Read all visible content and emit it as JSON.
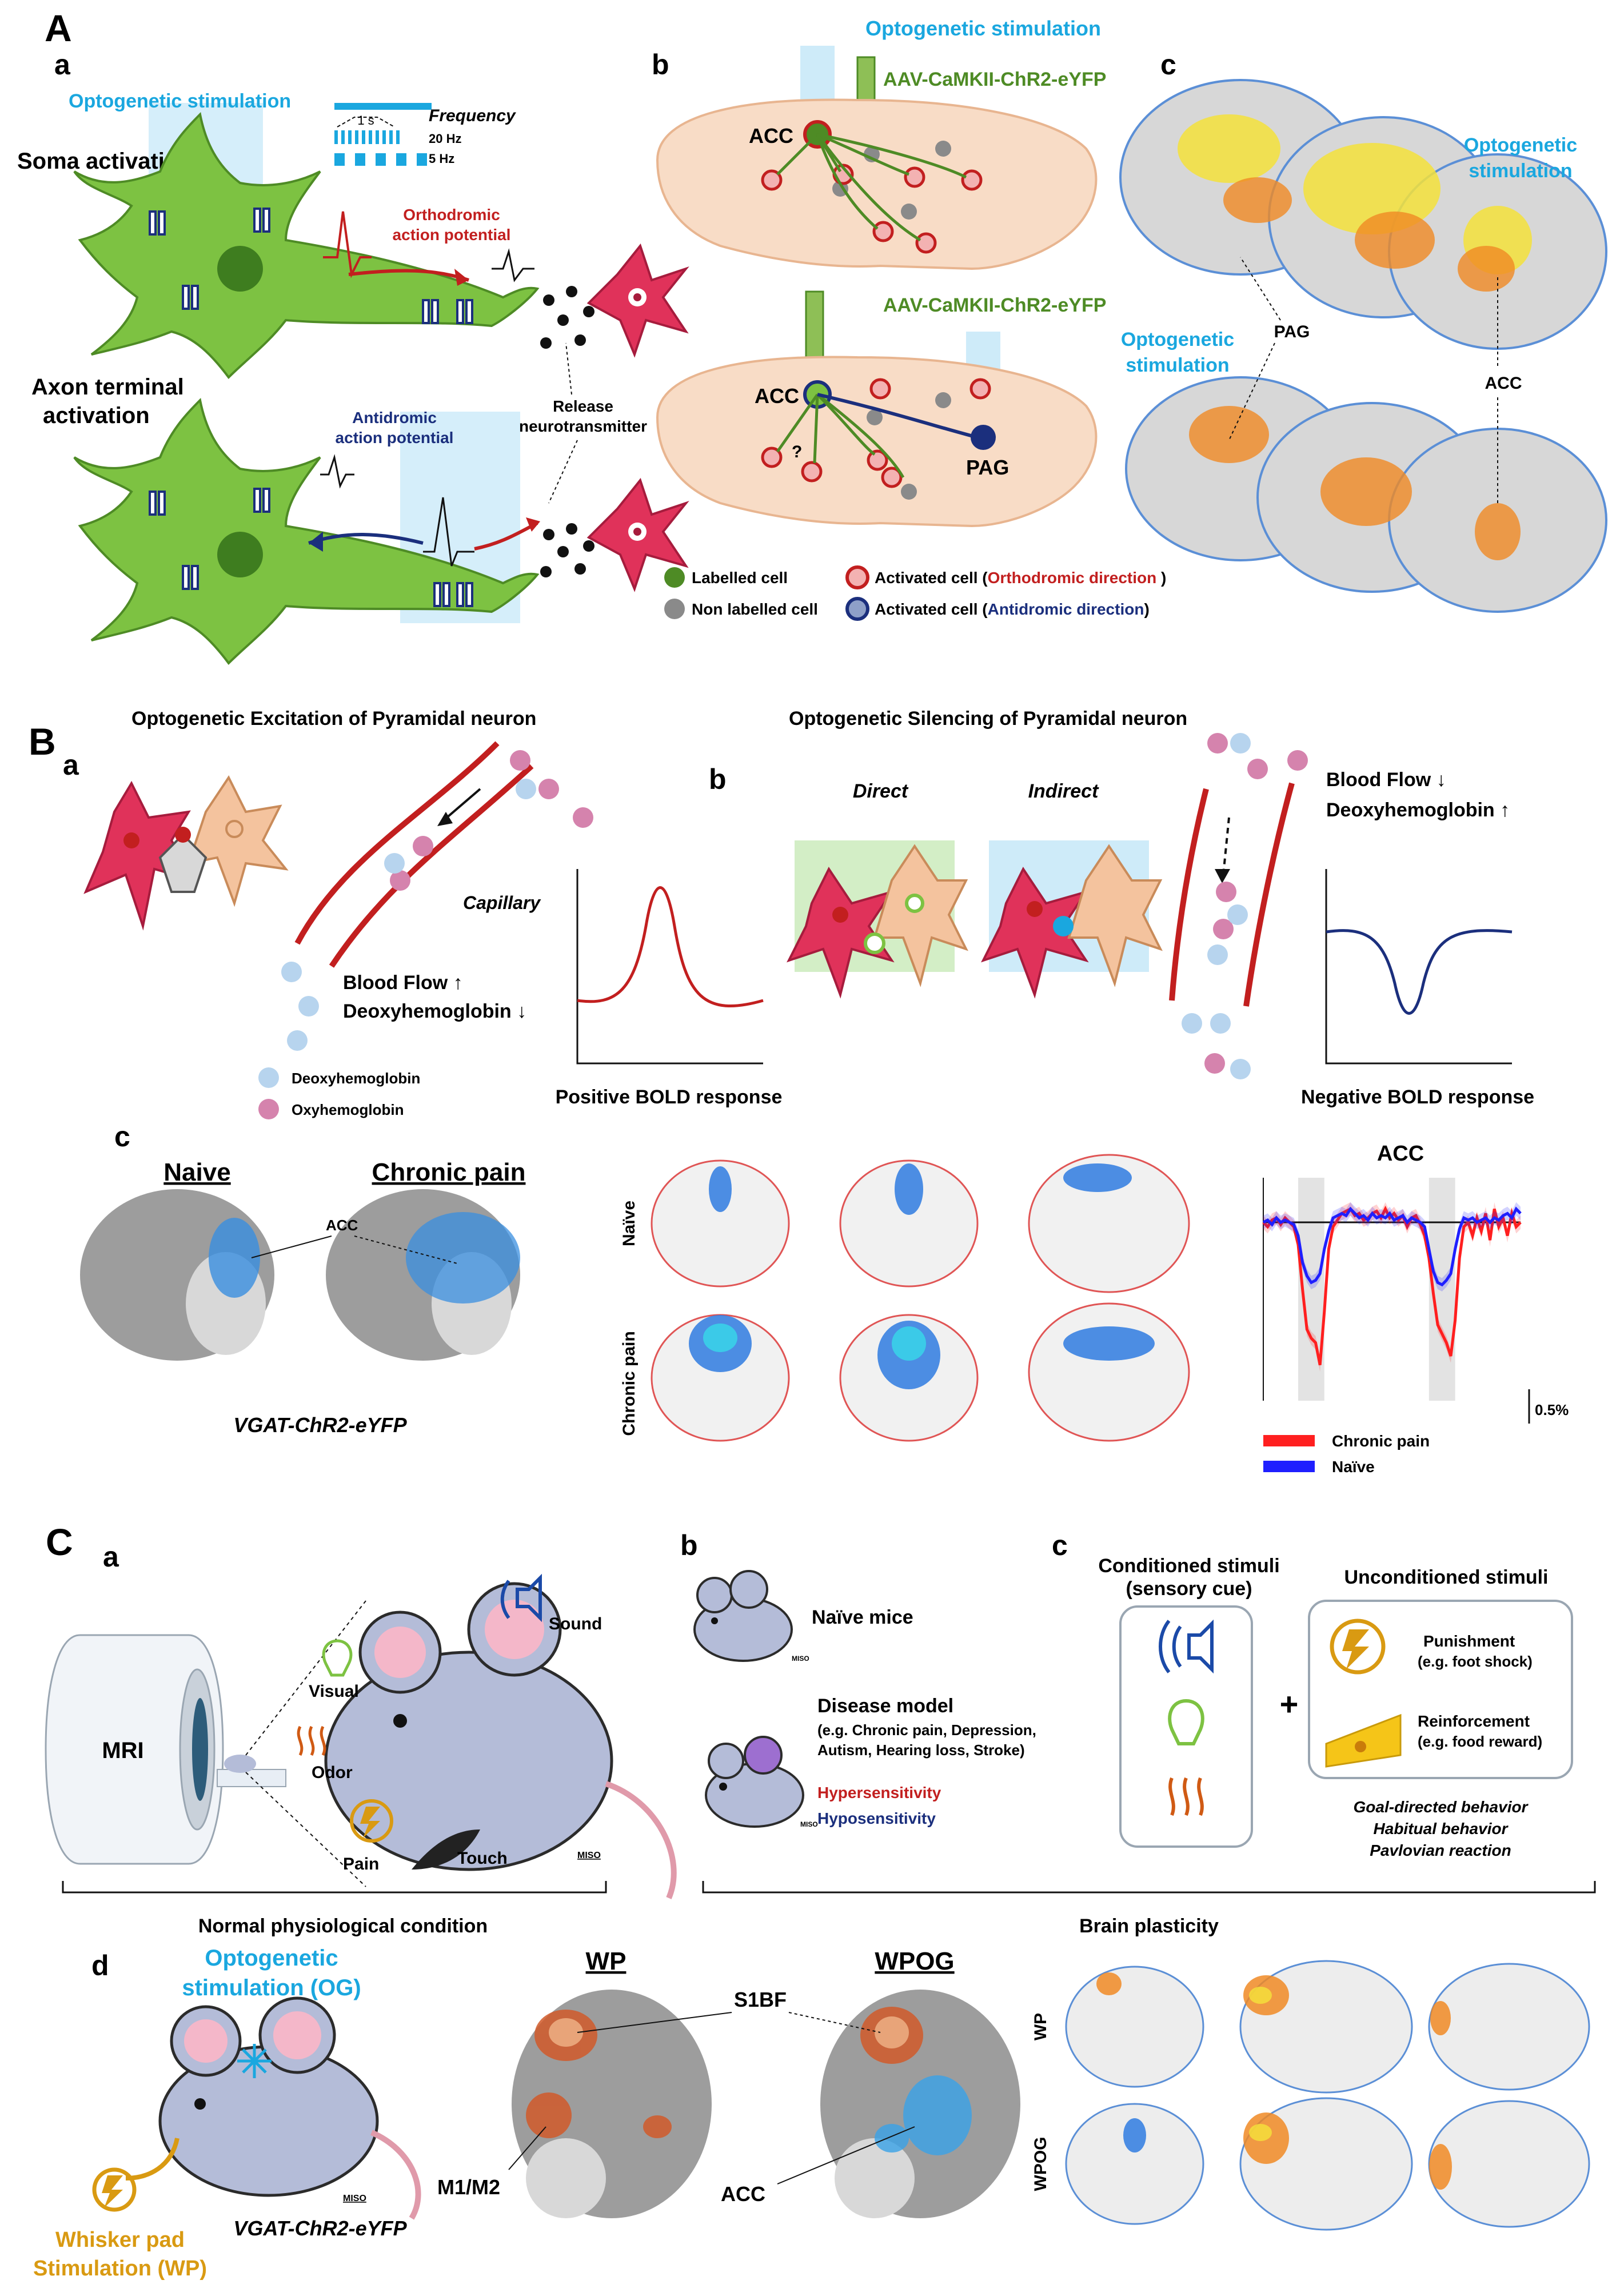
{
  "colors": {
    "green": "#7dc242",
    "neuron_red": "#e0325a",
    "neuron_peach": "#f4c39e",
    "axon_red": "#c21f1f",
    "blue_light": "#b9e3f7",
    "cyan": "#1aa7df",
    "navy": "#1b2f7d",
    "brain_fill": "#f8dcc6",
    "brain_stroke": "#e8b590",
    "deoxy": "#b7d4ee",
    "oxy": "#d583ad",
    "gray": "#8a8a8a",
    "slice_blue": "#5b8fd6",
    "orange": "#f08a24",
    "yellow": "#f5e23b",
    "mouse": "#b4bcd8",
    "gold": "#d99a12"
  },
  "panelA": {
    "letter": "A",
    "a": {
      "letter": "a",
      "opto": "Optogenetic stimulation",
      "frequency": "Frequency",
      "one_s": "1 s",
      "hz20": "20 Hz",
      "hz5": "5 Hz",
      "soma": "Soma activation",
      "axon1": "Axon terminal",
      "axon2": "activation",
      "ortho1": "Orthodromic",
      "ortho2": "action potential",
      "anti1": "Antidromic",
      "anti2": "action potential",
      "release1": "Release",
      "release2": "neurotransmitter"
    },
    "b": {
      "letter": "b",
      "opto": "Optogenetic stimulation",
      "virus": "AAV-CaMKII-ChR2-eYFP",
      "virus2": "AAV-CaMKII-ChR2-eYFP",
      "acc1": "ACC",
      "acc2": "ACC",
      "pag": "PAG",
      "q": "?"
    },
    "legend": {
      "labelled": "Labelled cell",
      "non_labelled": "Non labelled cell",
      "act_pre": "Activated cell (",
      "ortho_word": "Orthodromic direction",
      "ortho_post": " )",
      "anti_pre": "Activated cell (",
      "anti_word": "Antidromic direction",
      "anti_post": ")"
    },
    "c": {
      "letter": "c",
      "opto1_1": "Optogenetic",
      "opto1_2": "stimulation",
      "opto2_1": "Optogenetic",
      "opto2_2": "stimulation",
      "pag": "PAG",
      "acc": "ACC"
    }
  },
  "panelB": {
    "letter": "B",
    "a": {
      "letter": "a",
      "title": "Optogenetic Excitation of  Pyramidal neuron",
      "capillary": "Capillary",
      "flow": "Blood Flow ↑",
      "deoxy": "Deoxyhemoglobin ↓",
      "leg_deoxy": "Deoxyhemoglobin",
      "leg_oxy": "Oxyhemoglobin",
      "response": "Positive BOLD response"
    },
    "b": {
      "letter": "b",
      "title": "Optogenetic Silencing of Pyramidal neuron",
      "direct": "Direct",
      "indirect": "Indirect",
      "flow": "Blood Flow ↓",
      "deoxy": "Deoxyhemoglobin ↑",
      "response": "Negative BOLD response"
    },
    "c": {
      "letter": "c",
      "naive": "Naive",
      "chronic": "Chronic pain",
      "acc": "ACC",
      "vgat": "VGAT-ChR2-eYFP",
      "row_naive": "Naïve",
      "row_chronic": "Chronic pain",
      "plot_title": "ACC",
      "scale": "0.5%",
      "leg_chronic": "Chronic pain",
      "leg_naive": "Naïve"
    }
  },
  "panelC": {
    "letter": "C",
    "a": {
      "letter": "a",
      "mri": "MRI",
      "sound": "Sound",
      "visual": "Visual",
      "odor": "Odor",
      "pain": "Pain",
      "touch": "Touch",
      "miso": "MISO",
      "bracket": "Normal physiological condition"
    },
    "b": {
      "letter": "b",
      "naive": "Naïve mice",
      "disease": "Disease model",
      "disease_ex1": "(e.g. Chronic pain, Depression,",
      "disease_ex2": "Autism, Hearing loss, Stroke)",
      "hyper": "Hypersensitivity",
      "hypo": "Hyposensitivity",
      "miso1": "MISO",
      "miso2": "MISO",
      "bracket": "Brain plasticity"
    },
    "c": {
      "letter": "c",
      "cs1": "Conditioned  stimuli",
      "cs2": "(sensory cue)",
      "us": "Unconditioned  stimuli",
      "plus": "+",
      "punish": "Punishment",
      "punish_ex": "(e.g. foot shock)",
      "reinf": "Reinforcement",
      "reinf_ex": "(e.g. food reward)",
      "beh1": "Goal-directed behavior",
      "beh2": "Habitual behavior",
      "beh3": "Pavlovian reaction"
    },
    "d": {
      "letter": "d",
      "og1": "Optogenetic",
      "og2": "stimulation (OG)",
      "wp1": "Whisker pad",
      "wp2": "Stimulation (WP)",
      "vgat": "VGAT-ChR2-eYFP",
      "miso": "MISO",
      "wp": "WP",
      "wpog": "WPOG",
      "s1bf": "S1BF",
      "m1m2": "M1/M2",
      "acc": "ACC",
      "row_wp": "WP",
      "row_wpog": "WPOG"
    }
  },
  "chart_data": {
    "type": "line",
    "title": "ACC",
    "xlabel": "",
    "ylabel": "",
    "x": [
      0,
      1,
      2,
      3,
      4,
      5,
      6,
      7,
      8,
      9,
      10,
      11,
      12,
      13,
      14,
      15,
      16,
      17,
      18,
      19,
      20,
      21,
      22,
      23,
      24,
      25,
      26,
      27,
      28,
      29,
      30,
      31,
      32,
      33,
      34,
      35,
      36,
      37,
      38,
      39,
      40,
      41,
      42,
      43,
      44,
      45,
      46,
      47,
      48,
      49,
      50,
      51,
      52,
      53,
      54,
      55,
      56,
      57,
      58,
      59
    ],
    "ylim": [
      -4,
      1
    ],
    "stim_windows": [
      [
        8,
        14
      ],
      [
        38,
        44
      ]
    ],
    "scale_bar": "0.5%",
    "series": [
      {
        "name": "Chronic pain",
        "color": "#ff1f1f",
        "values": [
          0.0,
          -0.1,
          0.05,
          0.1,
          -0.05,
          0.1,
          0.0,
          -0.1,
          -0.5,
          -1.5,
          -2.4,
          -2.6,
          -2.7,
          -3.2,
          -2.0,
          -0.6,
          -0.1,
          0.05,
          0.2,
          0.25,
          0.3,
          0.15,
          0.2,
          0.05,
          0.1,
          0.2,
          0.25,
          0.1,
          0.3,
          0.1,
          0.2,
          0.05,
          0.15,
          -0.1,
          0.1,
          0.15,
          -0.05,
          -0.3,
          -0.8,
          -1.6,
          -2.3,
          -2.5,
          -2.7,
          -3.0,
          -2.2,
          -0.8,
          -0.1,
          0.0,
          -0.3,
          0.1,
          -0.2,
          0.2,
          -0.4,
          0.3,
          -0.1,
          0.1,
          -0.3,
          0.2,
          -0.1,
          0.0
        ]
      },
      {
        "name": "Naïve",
        "color": "#1f1fff",
        "values": [
          0.0,
          0.05,
          -0.05,
          0.1,
          0.0,
          0.05,
          0.0,
          -0.05,
          -0.3,
          -0.9,
          -1.2,
          -1.35,
          -1.3,
          -1.15,
          -0.6,
          -0.2,
          0.1,
          0.15,
          0.2,
          0.15,
          0.3,
          0.2,
          0.1,
          0.15,
          0.05,
          0.2,
          0.1,
          0.15,
          0.1,
          0.2,
          0.05,
          0.1,
          0.15,
          0.0,
          0.1,
          0.05,
          0.0,
          -0.1,
          -0.6,
          -1.1,
          -1.35,
          -1.4,
          -1.3,
          -1.15,
          -0.6,
          -0.15,
          0.1,
          0.05,
          0.1,
          0.0,
          0.05,
          0.1,
          0.0,
          0.1,
          0.05,
          0.15,
          0.2,
          0.1,
          0.3,
          0.2
        ]
      }
    ]
  }
}
